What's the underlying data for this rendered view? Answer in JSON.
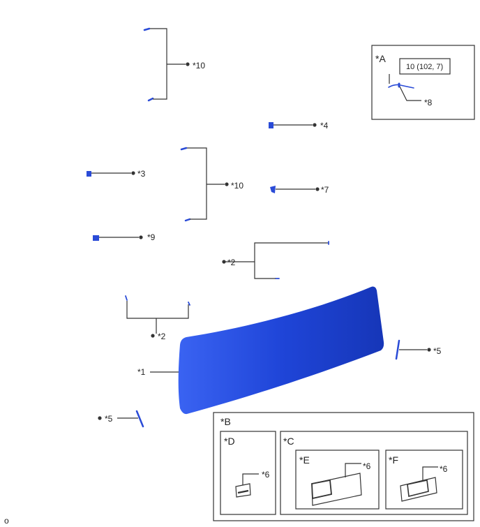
{
  "callouts": {
    "c10_top": "*10",
    "c4": "*4",
    "c3": "*3",
    "c10_mid": "*10",
    "c7": "*7",
    "c9": "*9",
    "c2_mid": "*2",
    "c2_low": "*2",
    "c5_right": "*5",
    "c1": "*1",
    "c5_left": "*5"
  },
  "inset_a": {
    "title": "*A",
    "torque": "10 (102, 7)",
    "callout": "*8"
  },
  "inset_b": {
    "title": "*B",
    "d": {
      "title": "*D",
      "callout": "*6"
    },
    "c": {
      "title": "*C",
      "e": {
        "title": "*E",
        "callout": "*6"
      },
      "f": {
        "title": "*F",
        "callout": "*6"
      }
    }
  },
  "footer": {
    "code": "o"
  },
  "colors": {
    "part": "#2a4bd7",
    "line": "#333333"
  }
}
